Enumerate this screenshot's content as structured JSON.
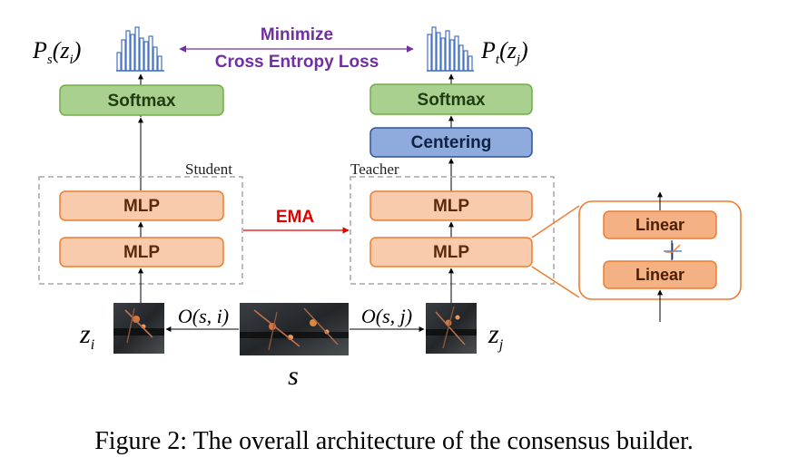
{
  "colors": {
    "green_fill": "#a9d08e",
    "green_stroke": "#70ad47",
    "blue_fill": "#8faadc",
    "blue_stroke": "#2f5597",
    "orange_fill": "#f8cbad",
    "orange_stroke": "#ed7d31",
    "purple": "#7030a0",
    "ema_red": "#e00000",
    "histogram_blue": "#4472c4"
  },
  "loss": {
    "line1": "Minimize",
    "line2": "Cross Entropy Loss"
  },
  "student": {
    "label": "Student",
    "prob_base": "P",
    "prob_sub": "s",
    "prob_arg": "(z",
    "prob_arg_sub": "i",
    "prob_close": ")",
    "softmax": "Softmax",
    "mlp_top": "MLP",
    "mlp_bottom": "MLP",
    "output": "z",
    "output_sub": "i",
    "op": "O(s, i)"
  },
  "teacher": {
    "label": "Teacher",
    "prob_base": "P",
    "prob_sub": "t",
    "prob_arg": "(z",
    "prob_arg_sub": "j",
    "prob_close": ")",
    "softmax": "Softmax",
    "centering": "Centering",
    "mlp_top": "MLP",
    "mlp_bottom": "MLP",
    "output": "z",
    "output_sub": "j",
    "op": "O(s, j)"
  },
  "ema": "EMA",
  "mlp_detail": {
    "linear_top": "Linear",
    "linear_bottom": "Linear"
  },
  "input_label": "s",
  "caption": "Figure 2: The overall architecture of the consensus builder.",
  "icons": [
    "histogram-icon",
    "image-crop-thumbnail",
    "activation-icon"
  ]
}
